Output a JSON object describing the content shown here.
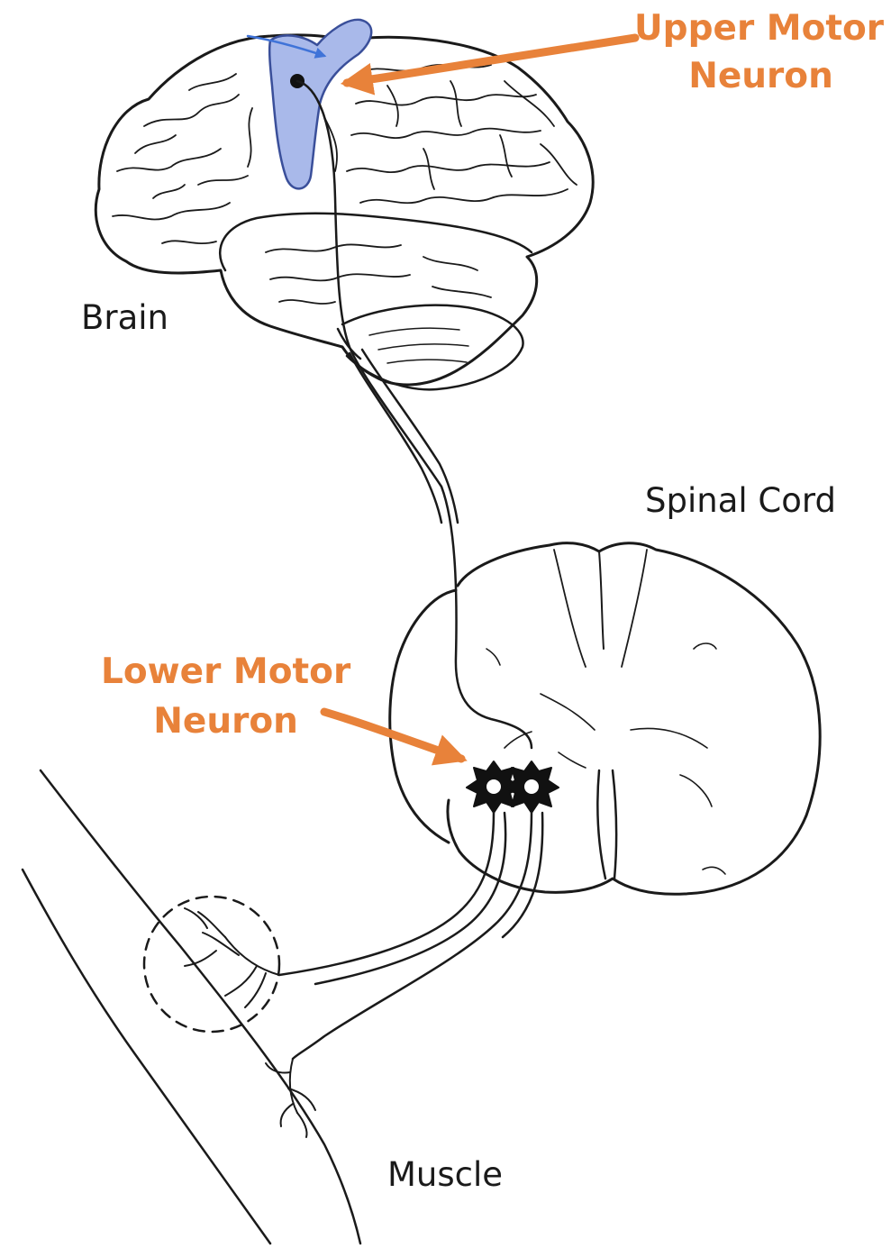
{
  "labels": {
    "upper_motor_neuron": [
      "Upper Motor",
      "Neuron"
    ],
    "lower_motor_neuron": [
      "Lower Motor",
      "Neuron"
    ],
    "brain": "Brain",
    "spinal_cord": "Spinal Cord",
    "muscle": "Muscle"
  },
  "colors": {
    "accent": "#e8823a",
    "motor_cortex": "#a9b9ea",
    "motor_cortex_edge": "#3a4f9a",
    "cortex_arrow": "#3f73d8",
    "line": "#1a1a1a"
  }
}
